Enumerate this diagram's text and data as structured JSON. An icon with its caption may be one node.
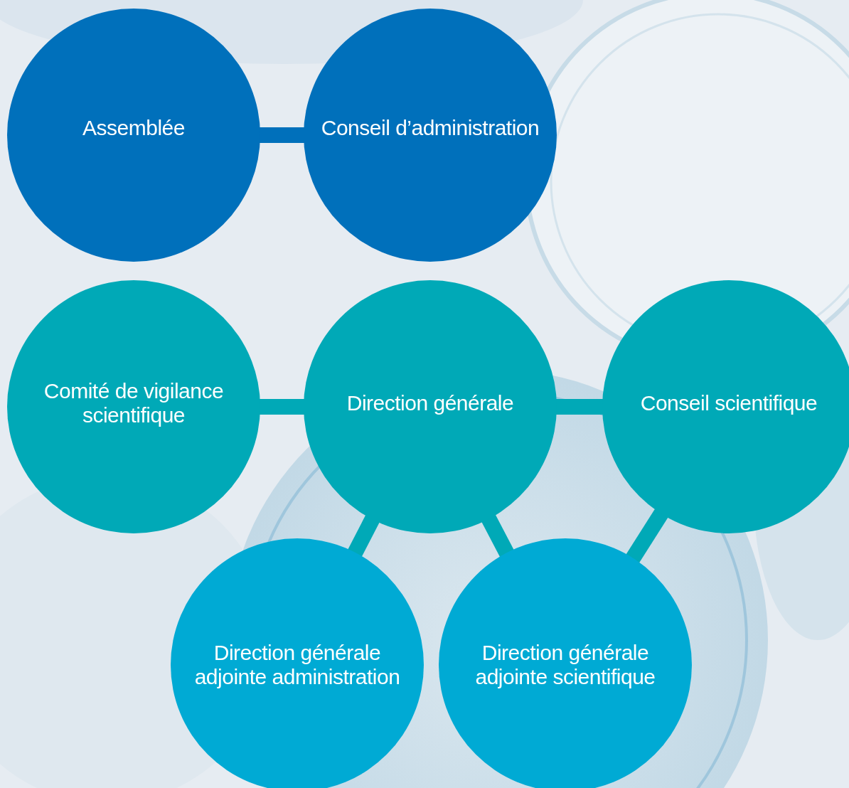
{
  "diagram": {
    "nodes": [
      {
        "text": [
          "Assemblée"
        ]
      },
      {
        "text": [
          "Conseil d’administration"
        ]
      },
      {
        "text": [
          "Comité de vigilance scientifique"
        ]
      },
      {
        "text": [
          "Direction générale"
        ]
      },
      {
        "text": [
          "Conseil scientifique"
        ]
      },
      {
        "text": [
          "Direction générale adjointe administration"
        ]
      },
      {
        "text": [
          "Direction générale adjointe scientifique"
        ]
      }
    ],
    "edges": [
      {
        "from": 0,
        "to": 1,
        "arrow": "none",
        "color": "#0070bb"
      },
      {
        "from": 2,
        "to": 3,
        "arrow": "none"
      },
      {
        "from": 3,
        "to": 4,
        "arrow": "none"
      },
      {
        "from": 3,
        "to": 5,
        "arrow": "none"
      },
      {
        "from": 3,
        "to": 6,
        "arrow": "none"
      },
      {
        "from": 4,
        "to": 6,
        "arrow": "none"
      }
    ]
  }
}
